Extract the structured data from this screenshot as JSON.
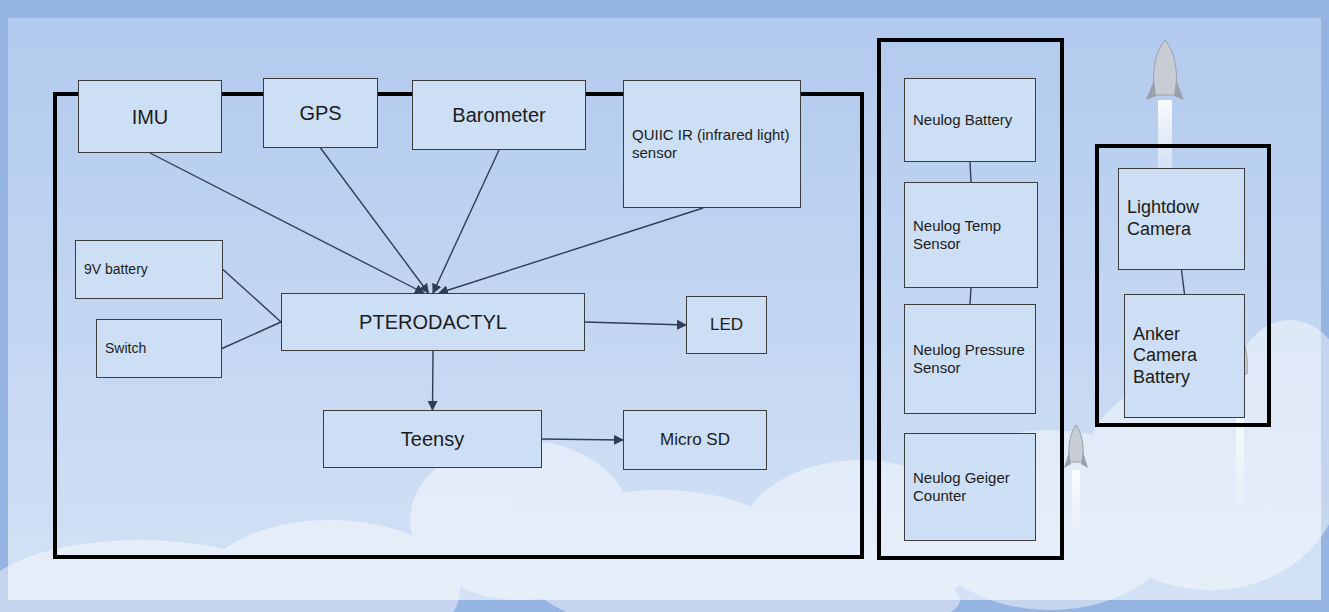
{
  "diagram": {
    "nodes": [
      {
        "text": [
          "IMU"
        ]
      },
      {
        "text": [
          "GPS"
        ]
      },
      {
        "text": [
          "Barometer"
        ]
      },
      {
        "text": [
          "QUIIC IR (infrared light) sensor"
        ]
      },
      {
        "text": [
          "9V battery"
        ]
      },
      {
        "text": [
          "Switch"
        ]
      },
      {
        "text": [
          "PTERODACTYL"
        ]
      },
      {
        "text": [
          "LED"
        ]
      },
      {
        "text": [
          "Teensy"
        ]
      },
      {
        "text": [
          "Micro SD"
        ]
      },
      {
        "text": [
          "Neulog Battery"
        ]
      },
      {
        "text": [
          "Neulog Temp Sensor"
        ]
      },
      {
        "text": [
          "Neulog Pressure Sensor"
        ]
      },
      {
        "text": [
          "Neulog Geiger Counter"
        ]
      },
      {
        "text": [
          "Lightdow Camera"
        ]
      },
      {
        "text": [
          "Anker Camera Battery"
        ]
      }
    ],
    "edges": [
      {
        "from": 0,
        "to": 6,
        "arrow": "to"
      },
      {
        "from": 1,
        "to": 6,
        "arrow": "to"
      },
      {
        "from": 2,
        "to": 6,
        "arrow": "to"
      },
      {
        "from": 3,
        "to": 6,
        "arrow": "to"
      },
      {
        "from": 4,
        "to": 6,
        "arrow": "none"
      },
      {
        "from": 5,
        "to": 6,
        "arrow": "none"
      },
      {
        "from": 6,
        "to": 7,
        "arrow": "to"
      },
      {
        "from": 6,
        "to": 8,
        "arrow": "to"
      },
      {
        "from": 8,
        "to": 9,
        "arrow": "to"
      },
      {
        "from": 10,
        "to": 11,
        "arrow": "none"
      },
      {
        "from": 11,
        "to": 12,
        "arrow": "none"
      },
      {
        "from": 14,
        "to": 15,
        "arrow": "none"
      }
    ]
  }
}
